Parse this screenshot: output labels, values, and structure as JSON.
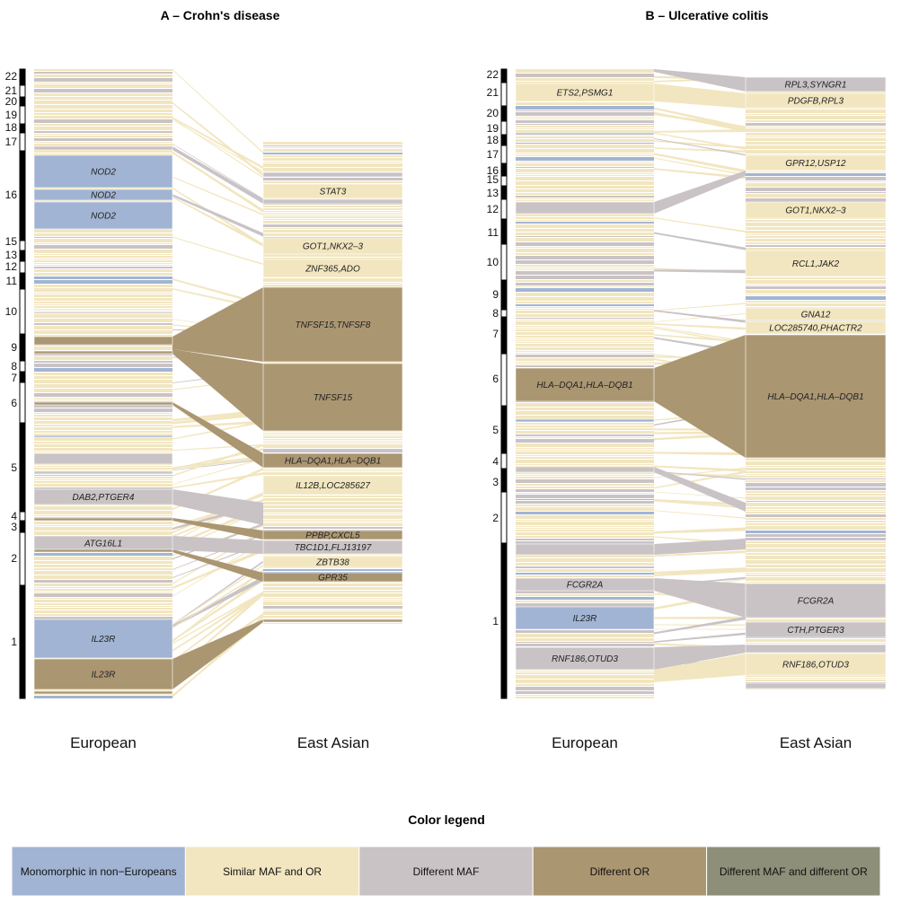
{
  "colors": {
    "monomorphic": "#a1b4d4",
    "similar": "#f2e6c0",
    "diff_maf": "#c9c3c6",
    "diff_or": "#ab9672",
    "diff_both": "#8d8f78"
  },
  "panelA": {
    "title": "A – Crohn's disease",
    "chromosomes": [
      "22",
      "21",
      "20",
      "19",
      "18",
      "17",
      "16",
      "15",
      "13",
      "12",
      "11",
      "10",
      "9",
      "8",
      "7",
      "6",
      "5",
      "4",
      "3",
      "2",
      "1"
    ],
    "european_label": "European",
    "east_asian_label": "East Asian",
    "european_blocks": [
      "NOD2",
      "NOD2",
      "NOD2",
      "DAB2,PTGER4",
      "ATG16L1",
      "IL23R",
      "IL23R"
    ],
    "east_asian_blocks": [
      "STAT3",
      "GOT1,NKX2–3",
      "ZNF365,ADO",
      "TNFSF15,TNFSF8",
      "TNFSF15",
      "HLA–DQA1,HLA–DQB1",
      "IL12B,LOC285627",
      "PPBP,CXCL5",
      "TBC1D1,FLJ13197",
      "ZBTB38",
      "GPR35"
    ]
  },
  "panelB": {
    "title": "B – Ulcerative colitis",
    "chromosomes": [
      "22",
      "21",
      "20",
      "19",
      "18",
      "17",
      "16",
      "15",
      "13",
      "12",
      "11",
      "10",
      "9",
      "8",
      "7",
      "6",
      "5",
      "4",
      "3",
      "2",
      "1"
    ],
    "european_label": "European",
    "east_asian_label": "East Asian",
    "european_blocks": [
      "ETS2,PSMG1",
      "HLA–DQA1,HLA–DQB1",
      "FCGR2A",
      "IL23R",
      "RNF186,OTUD3"
    ],
    "east_asian_blocks": [
      "RPL3,SYNGR1",
      "PDGFB,RPL3",
      "GPR12,USP12",
      "GOT1,NKX2–3",
      "RCL1,JAK2",
      "GNA12",
      "LOC285740,PHACTR2",
      "HLA–DQA1,HLA–DQB1",
      "FCGR2A",
      "CTH,PTGER3",
      "RNF186,OTUD3"
    ]
  },
  "legend": {
    "title": "Color legend",
    "items": [
      "Monomorphic in non−Europeans",
      "Similar MAF and OR",
      "Different MAF",
      "Different OR",
      "Different MAF and different OR"
    ]
  }
}
